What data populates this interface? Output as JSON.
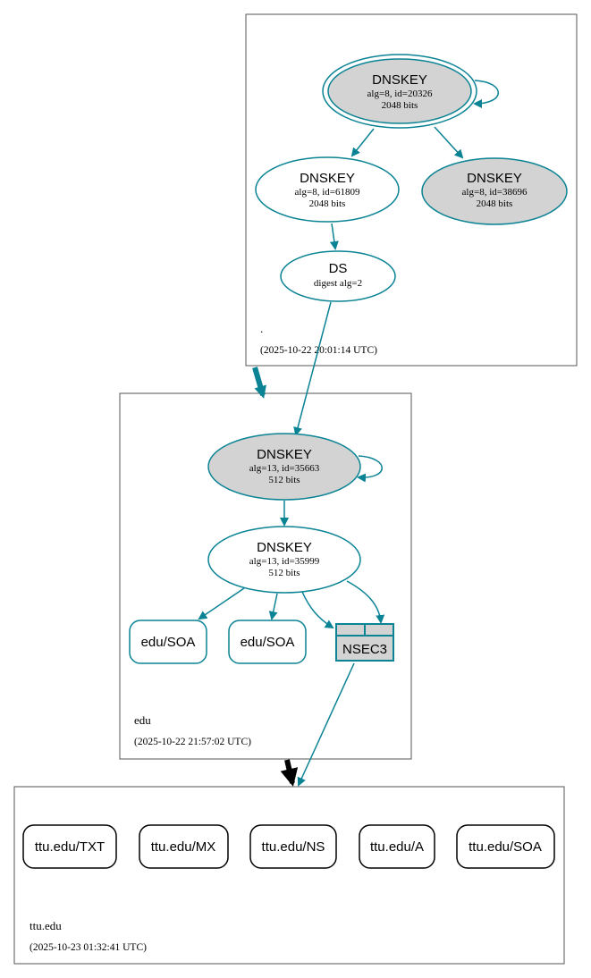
{
  "zones": [
    {
      "name": ".",
      "timestamp": "(2025-10-22 20:01:14 UTC)"
    },
    {
      "name": "edu",
      "timestamp": "(2025-10-22 21:57:02 UTC)"
    },
    {
      "name": "ttu.edu",
      "timestamp": "(2025-10-23 01:32:41 UTC)"
    }
  ],
  "root": {
    "ksk": {
      "label": "DNSKEY",
      "detail": "alg=8, id=20326",
      "size": "2048 bits"
    },
    "zsk": {
      "label": "DNSKEY",
      "detail": "alg=8, id=61809",
      "size": "2048 bits"
    },
    "standby": {
      "label": "DNSKEY",
      "detail": "alg=8, id=38696",
      "size": "2048 bits"
    },
    "ds": {
      "label": "DS",
      "detail": "digest alg=2"
    }
  },
  "edu": {
    "ksk": {
      "label": "DNSKEY",
      "detail": "alg=13, id=35663",
      "size": "512 bits"
    },
    "zsk": {
      "label": "DNSKEY",
      "detail": "alg=13, id=35999",
      "size": "512 bits"
    },
    "soa1": "edu/SOA",
    "soa2": "edu/SOA",
    "nsec3": "NSEC3"
  },
  "ttu": {
    "records": [
      "ttu.edu/TXT",
      "ttu.edu/MX",
      "ttu.edu/NS",
      "ttu.edu/A",
      "ttu.edu/SOA"
    ]
  },
  "colors": {
    "teal": "#0a8394",
    "gray_fill": "#d3d3d3",
    "border": "#000000",
    "zone_border": "#555555"
  }
}
